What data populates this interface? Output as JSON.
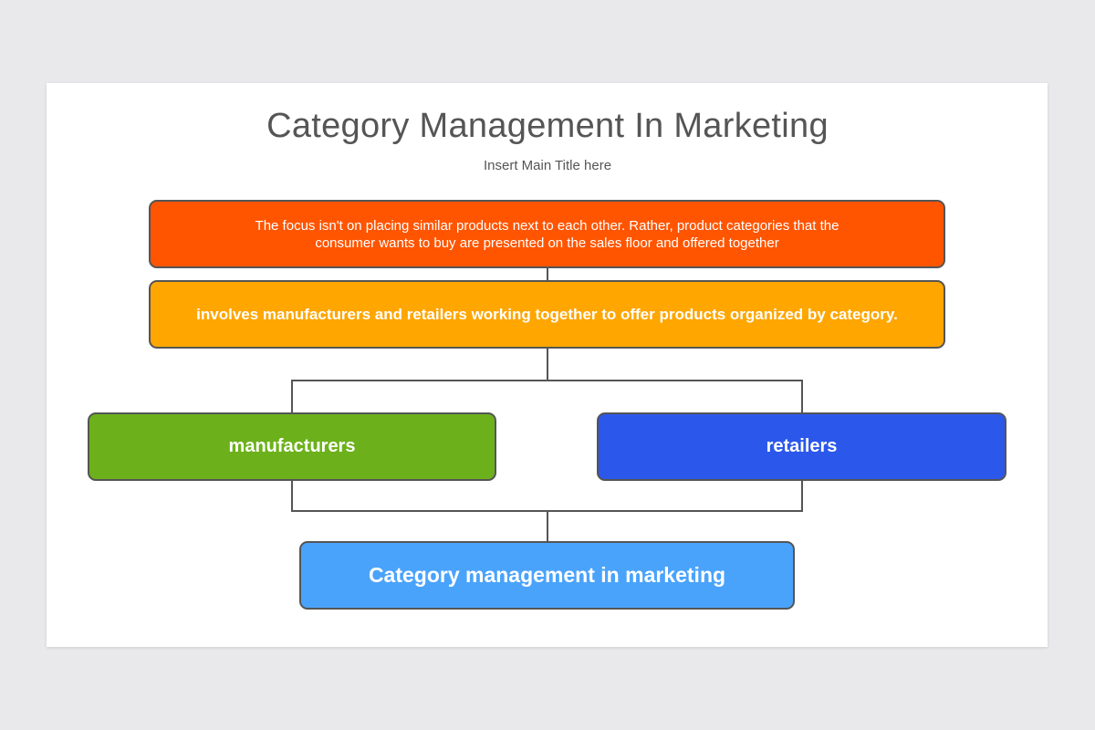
{
  "title": "Category Management In Marketing",
  "subtitle": "Insert Main Title here",
  "boxes": {
    "focus": {
      "text": "The focus isn't on placing similar products next to each other. Rather, product categories that the consumer wants to buy are presented on the sales floor and offered together",
      "color": "#ff5500"
    },
    "involves": {
      "text": "involves manufacturers and retailers working together to offer products organized by category.",
      "color": "#ffa600"
    },
    "manufacturers": {
      "text": "manufacturers",
      "color": "#6cb11b"
    },
    "retailers": {
      "text": "retailers",
      "color": "#2b58eb"
    },
    "category": {
      "text": "Category management in marketing",
      "color": "#4aa3fb"
    }
  },
  "colors": {
    "background": "#e9e8ea",
    "slide": "#ffffff",
    "text": "#555555",
    "connector": "#555555"
  }
}
